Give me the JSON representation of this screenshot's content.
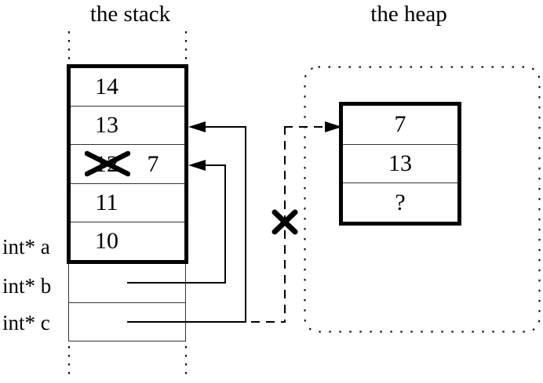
{
  "stack": {
    "title": "the stack",
    "cells": [
      "14",
      "13",
      "12",
      "11",
      "10"
    ],
    "overwrite_value": "7",
    "pointer_labels": [
      "int* a",
      "int* b",
      "int* c"
    ]
  },
  "heap": {
    "title": "the heap",
    "cells": [
      "7",
      "13",
      "?"
    ]
  },
  "icons": {
    "cross_out": "✕",
    "arrow_left": "◀",
    "arrow_right": "▶"
  },
  "colors": {
    "line": "#000000",
    "background": "#ffffff"
  }
}
